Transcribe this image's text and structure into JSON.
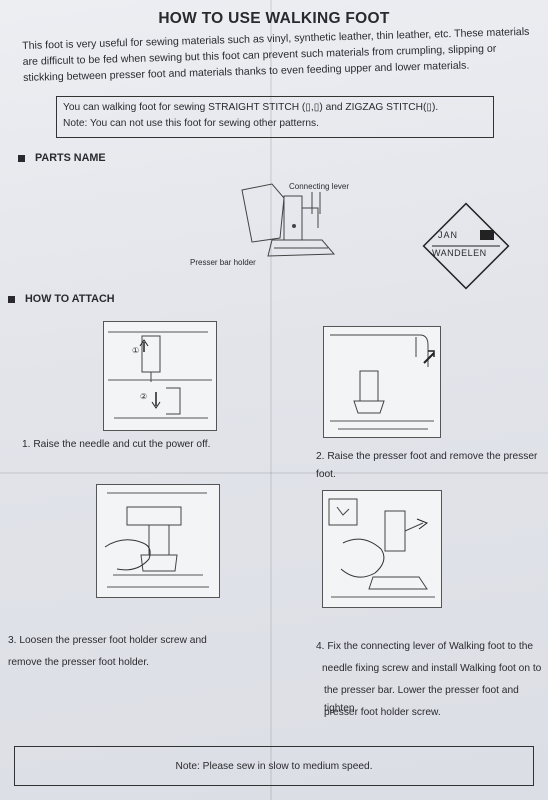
{
  "title": "HOW TO USE WALKING FOOT",
  "intro": "This foot is very useful for sewing materials such as vinyl, synthetic leather, thin leather, etc. These materials are difficult to be fed when sewing but this foot can prevent such materials from crumpling, slipping or stickking between presser foot and materials thanks to even feeding upper and lower materials.",
  "notice": {
    "line1": "You can walking foot for sewing STRAIGHT STITCH (▯,▯) and ZIGZAG STITCH(▯).",
    "line2": "Note: You can not use this foot for sewing other patterns."
  },
  "sections": {
    "parts": "PARTS NAME",
    "attach": "HOW TO ATTACH"
  },
  "parts_labels": {
    "connecting_lever": "Connecting lever",
    "presser_bar_holder": "Presser bar holder"
  },
  "logo": {
    "line1": "JAN",
    "line2": "WANDELEN"
  },
  "steps": {
    "s1": "1. Raise the needle and cut the power off.",
    "s2": "2. Raise the presser foot and remove the presser foot.",
    "s3a": "3. Loosen the presser foot holder screw and",
    "s3b": "remove the presser foot holder.",
    "s4a": "4. Fix the connecting lever of Walking foot to the",
    "s4b": "needle fixing screw and install Walking foot on to",
    "s4c": "the presser bar. Lower the presser foot and tighten",
    "s4d": "presser foot holder screw."
  },
  "fig1_markers": {
    "m1": "①",
    "m2": "②"
  },
  "note": "Note: Please sew in slow to medium speed."
}
